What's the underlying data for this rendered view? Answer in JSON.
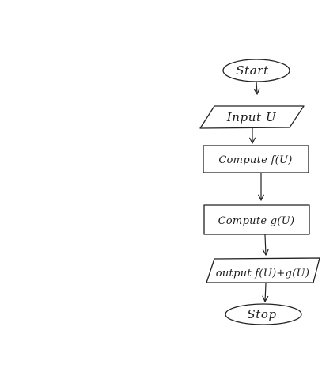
{
  "diagram": {
    "nodes": [
      {
        "id": "start",
        "shape": "terminal",
        "label": "Start"
      },
      {
        "id": "input",
        "shape": "io",
        "label": "Input U"
      },
      {
        "id": "compute-f",
        "shape": "process",
        "label": "Compute f(U)"
      },
      {
        "id": "compute-g",
        "shape": "process",
        "label": "Compute g(U)"
      },
      {
        "id": "output",
        "shape": "io",
        "label": "output f(U)+g(U)"
      },
      {
        "id": "stop",
        "shape": "terminal",
        "label": "Stop"
      }
    ],
    "edges": [
      {
        "from": "start",
        "to": "input"
      },
      {
        "from": "input",
        "to": "compute-f"
      },
      {
        "from": "compute-f",
        "to": "compute-g"
      },
      {
        "from": "compute-g",
        "to": "output"
      },
      {
        "from": "output",
        "to": "stop"
      }
    ]
  }
}
